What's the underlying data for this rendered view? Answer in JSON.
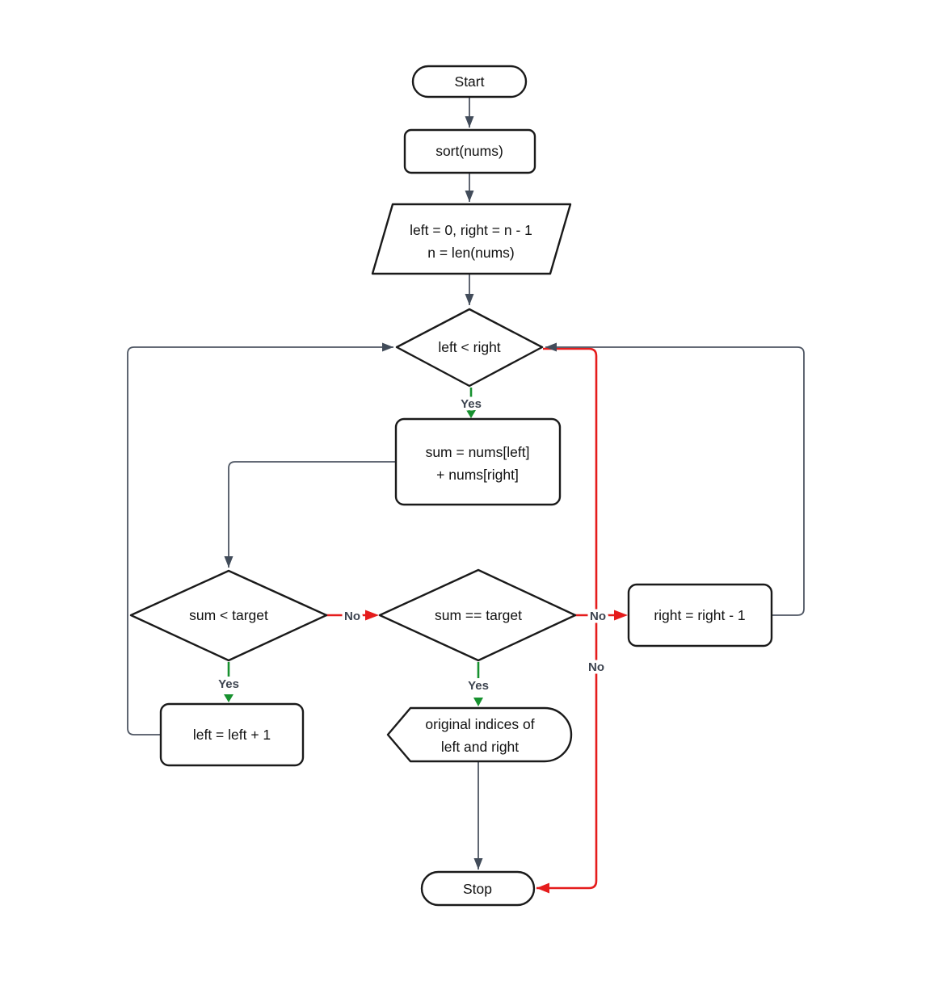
{
  "diagram": {
    "type": "flowchart",
    "background": "#ffffff",
    "colors": {
      "node_border": "#1a1a1a",
      "node_fill": "#ffffff",
      "node_text": "#111111",
      "edge_gray": "#4e5663",
      "edge_red": "#e51c1c",
      "edge_green": "#17912f",
      "edge_label_text": "#3d4450"
    },
    "nodes": {
      "start": {
        "type": "terminator",
        "label": "Start"
      },
      "sort": {
        "type": "process",
        "label": "sort(nums)"
      },
      "init": {
        "type": "input",
        "line1": "left = 0, right = n - 1",
        "line2": "n = len(nums)"
      },
      "loop": {
        "type": "decision",
        "label": "left < right"
      },
      "sum": {
        "type": "process",
        "line1": "sum = nums[left]",
        "line2": "+ nums[right]"
      },
      "lt": {
        "type": "decision",
        "label": "sum < target"
      },
      "eq": {
        "type": "decision",
        "label": "sum == target"
      },
      "inc": {
        "type": "process",
        "label": "left = left + 1"
      },
      "dec": {
        "type": "process",
        "label": "right = right - 1"
      },
      "out": {
        "type": "display",
        "line1": "original indices of",
        "line2": "left and right"
      },
      "stop": {
        "type": "terminator",
        "label": "Stop"
      }
    },
    "labels": {
      "loop_yes": "Yes",
      "loop_no": "No",
      "lt_yes": "Yes",
      "lt_no": "No",
      "eq_yes": "Yes",
      "eq_no": "No"
    }
  }
}
